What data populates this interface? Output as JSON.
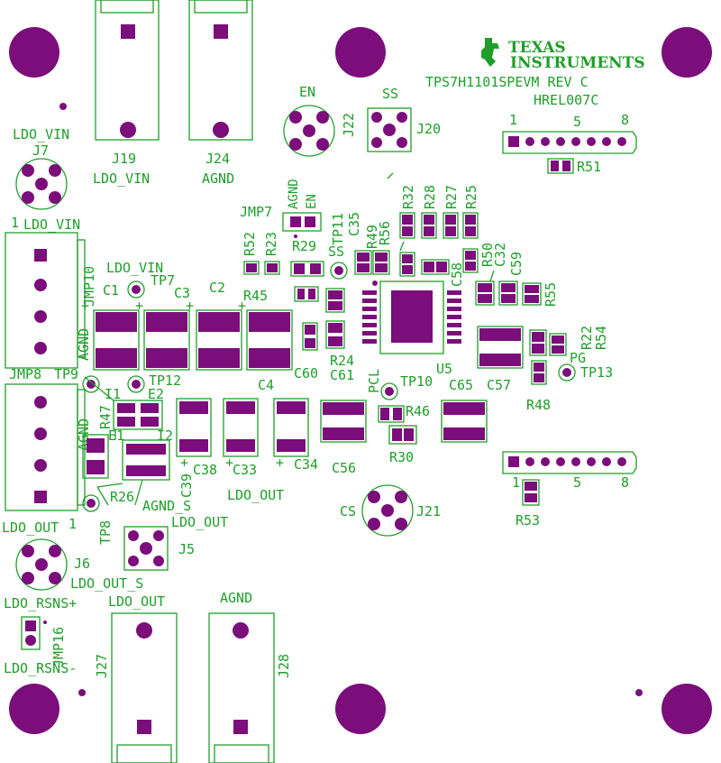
{
  "colors": {
    "silkscreen": "#1f9e2a",
    "copper": "#7b0e7b",
    "board": "#ffffff"
  },
  "brand": {
    "line1": "TEXAS",
    "line2": "INSTRUMENTS",
    "logo": "ti-logo-icon"
  },
  "board": {
    "name": "TPS7H1101SPEVM REV C",
    "id": "HREL007C"
  },
  "connectors": {
    "j19": "J19",
    "j19_net": "LDO_VIN",
    "j24": "J24",
    "j24_net": "AGND",
    "j27": "J27",
    "j27_net": "LDO_OUT",
    "j28": "J28",
    "j28_net": "AGND",
    "j7": "J7",
    "j7_net": "LDO_VIN",
    "j6": "J6",
    "j6_net": "LDO_OUT_S",
    "j22": "J22",
    "j22_net": "EN",
    "j20": "J20",
    "j20_net": "SS",
    "j21": "J21",
    "j21_net": "CS",
    "j5": "J5",
    "jmp10": "JMP10",
    "jmp10_net": "LDO_VIN",
    "jmp10_net2": "AGND",
    "jmp10_pin": "1",
    "jmp8": "JMP8",
    "jmp8_net": "AGND",
    "jmp8_net2": "LDO_OUT",
    "jmp8_pin": "1",
    "jmp7": "JMP7",
    "jmp7_a": "AGND",
    "jmp7_b": "EN",
    "jmp16": "JMP16",
    "rsns_p": "LDO_RSNS+",
    "rsns_n": "LDO_RSNS-"
  },
  "header_top": {
    "p1": "1",
    "p5": "5",
    "p8": "8"
  },
  "header_bot": {
    "p1": "1",
    "p5": "5",
    "p8": "8"
  },
  "testpoints": {
    "tp7": "TP7",
    "tp9": "TP9",
    "tp12": "TP12",
    "tp8": "TP8",
    "tp11": "TP11",
    "tp11_net": "SS",
    "tp10": "TP10",
    "tp10_net": "PCL",
    "tp13": "TP13",
    "tp13_net": "PG",
    "ldo_vin": "LDO_VIN",
    "ldo_out": "LDO_OUT",
    "agnd_s": "AGND_S",
    "ldo_out2": "LDO_OUT"
  },
  "refdes": {
    "c1": "C1",
    "c2": "C2",
    "c3": "C3",
    "c4": "C4",
    "c32": "C32",
    "c33": "C33",
    "c34": "C34",
    "c35": "C35",
    "c38": "C38",
    "c39": "C39",
    "c56": "C56",
    "c57": "C57",
    "c58": "C58",
    "c59": "C59",
    "c60": "C60",
    "c61": "C61",
    "c65": "C65",
    "r22": "R22",
    "r23": "R23",
    "r24": "R24",
    "r25": "R25",
    "r26": "R26",
    "r27": "R27",
    "r28": "R28",
    "r29": "R29",
    "r30": "R30",
    "r32": "R32",
    "r45": "R45",
    "r46": "R46",
    "r47": "R47",
    "r48": "R48",
    "r49": "R49",
    "r50": "R50",
    "r51": "R51",
    "r52": "R52",
    "r53": "R53",
    "r54": "R54",
    "r55": "R55",
    "r56": "R56",
    "u5": "U5",
    "i1": "I1",
    "i2": "I2",
    "e1": "E1",
    "e2": "E2",
    "plus": "+"
  }
}
